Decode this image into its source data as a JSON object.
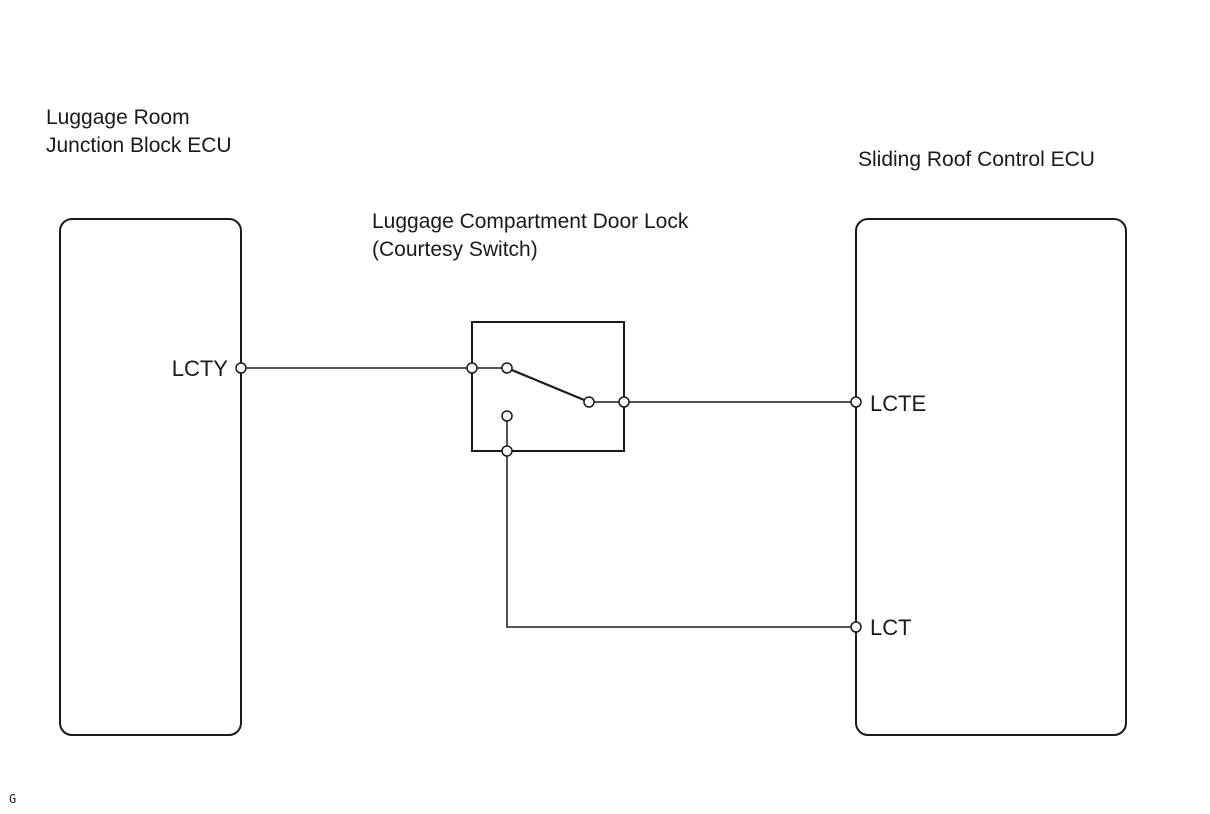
{
  "components": {
    "left_ecu": {
      "label_line1": "Luggage Room",
      "label_line2": "Junction Block ECU",
      "pin": "LCTY"
    },
    "switch": {
      "label_line1": "Luggage Compartment Door Lock",
      "label_line2": "(Courtesy Switch)"
    },
    "right_ecu": {
      "label": "Sliding Roof Control ECU",
      "pin_top": "LCTE",
      "pin_bottom": "LCT"
    }
  },
  "footer_mark": "G"
}
